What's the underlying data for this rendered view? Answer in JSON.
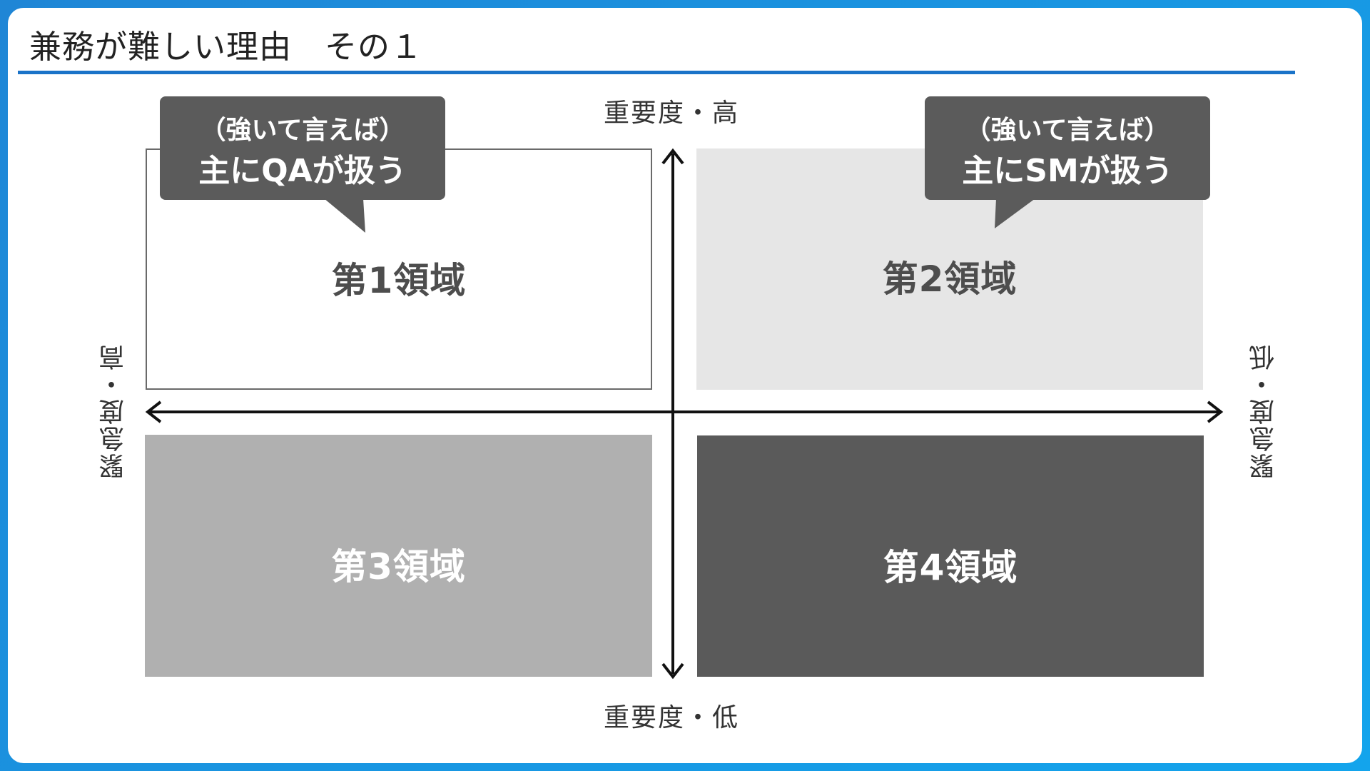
{
  "slide": {
    "title": "兼務が難しい理由　その１"
  },
  "axes": {
    "importance_high": "重要度・高",
    "importance_low": "重要度・低",
    "urgency_high": "緊急度・高",
    "urgency_low": "緊急度・低"
  },
  "quadrants": [
    {
      "label": "第1領域",
      "color": "#ffffff"
    },
    {
      "label": "第2領域",
      "color": "#e6e6e6"
    },
    {
      "label": "第3領域",
      "color": "#b0b0b0"
    },
    {
      "label": "第4領域",
      "color": "#5a5a5a"
    }
  ],
  "callouts": [
    {
      "line1": "（強いて言えば）",
      "line2": "主にQAが扱う"
    },
    {
      "line1": "（強いて言えば）",
      "line2": "主にSMが扱う"
    }
  ],
  "colors": {
    "frame": "#1f86d6",
    "title_rule": "#1a73c8",
    "callout_bg": "#5b5b5b",
    "axis": "#111111"
  }
}
